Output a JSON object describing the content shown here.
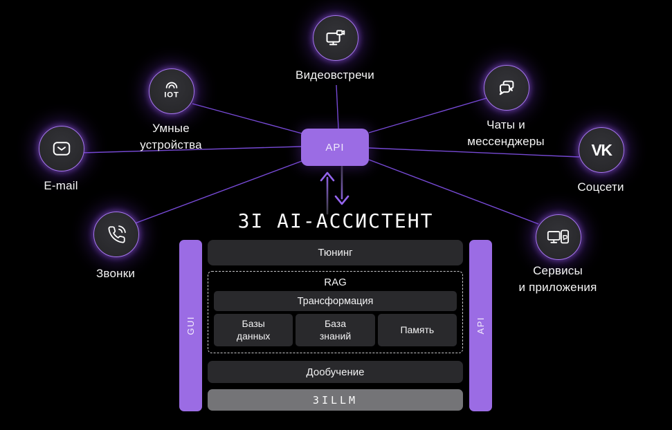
{
  "title": "3I AI-АССИСТЕНТ",
  "colors": {
    "background": "#000000",
    "accent_purple": "#9b6ce4",
    "line_purple": "#7e4fe2",
    "box_dark": "#29292c",
    "box_gray": "#747477",
    "ring_purple": "#a877f2"
  },
  "hub": {
    "label": "API"
  },
  "channels": [
    {
      "id": "video-meetings",
      "label": "Видеовстречи",
      "icon": "monitor-camera-icon"
    },
    {
      "id": "smart-devices",
      "label": "Умные\nустройства",
      "icon": "iot-icon",
      "icon_text": "IOT"
    },
    {
      "id": "chats-messengers",
      "label": "Чаты и\nмессенджеры",
      "icon": "chat-bubbles-icon"
    },
    {
      "id": "email",
      "label": "E-mail",
      "icon": "envelope-icon"
    },
    {
      "id": "social-networks",
      "label": "Соцсети",
      "icon": "vk-icon",
      "icon_text": "VK"
    },
    {
      "id": "calls",
      "label": "Звонки",
      "icon": "phone-icon"
    },
    {
      "id": "services-apps",
      "label": "Сервисы\nи приложения",
      "icon": "computer-phone-icon"
    }
  ],
  "assistant": {
    "left_bar": "GUI",
    "right_bar": "API",
    "tuning": "Тюнинг",
    "rag": {
      "label": "RAG",
      "transformation": "Трансформация",
      "databases": "Базы\nданных",
      "knowledge_base": "База\nзнаний",
      "memory": "Память"
    },
    "retraining": "Дообучение",
    "llm": "3ILLM"
  }
}
